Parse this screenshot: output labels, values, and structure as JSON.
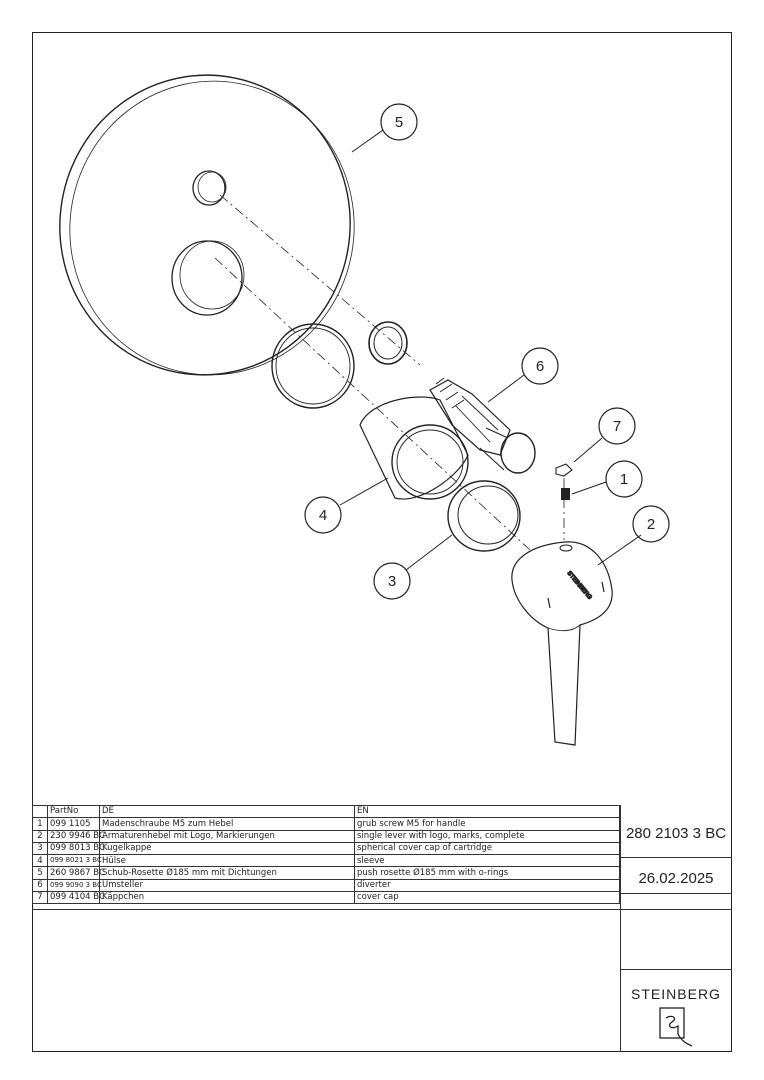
{
  "callouts": [
    "1",
    "2",
    "3",
    "4",
    "5",
    "6",
    "7"
  ],
  "lever_logo_text": "STEINBERG",
  "parts_table": {
    "headers": {
      "pos": "",
      "part_no": "PartNo",
      "de": "DE",
      "en": "EN"
    },
    "rows": [
      {
        "pos": "1",
        "part_no": "099 1105",
        "de": "Madenschraube M5 zum Hebel",
        "en": "grub screw M5 for handle"
      },
      {
        "pos": "2",
        "part_no": "230 9946 BC",
        "de": "Armaturenhebel mit Logo, Markierungen",
        "en": "single lever with logo, marks, complete"
      },
      {
        "pos": "3",
        "part_no": "099 8013 BC",
        "de": "Kugelkappe",
        "en": "spherical cover cap of cartridge"
      },
      {
        "pos": "4",
        "part_no": "099 8021 3 BC",
        "de": "Hülse",
        "en": "sleeve"
      },
      {
        "pos": "5",
        "part_no": "260 9867 BC",
        "de": "Schub-Rosette Ø185 mm mit Dichtungen",
        "en": "push rosette Ø185 mm with o-rings"
      },
      {
        "pos": "6",
        "part_no": "099 9090 3 BC",
        "de": "Umsteller",
        "en": "diverter"
      },
      {
        "pos": "7",
        "part_no": "099 4104 BC",
        "de": "Käppchen",
        "en": "cover cap"
      }
    ]
  },
  "article_no": "280 2103 3 BC",
  "date": "26.02.2025",
  "brand": "STEINBERG"
}
